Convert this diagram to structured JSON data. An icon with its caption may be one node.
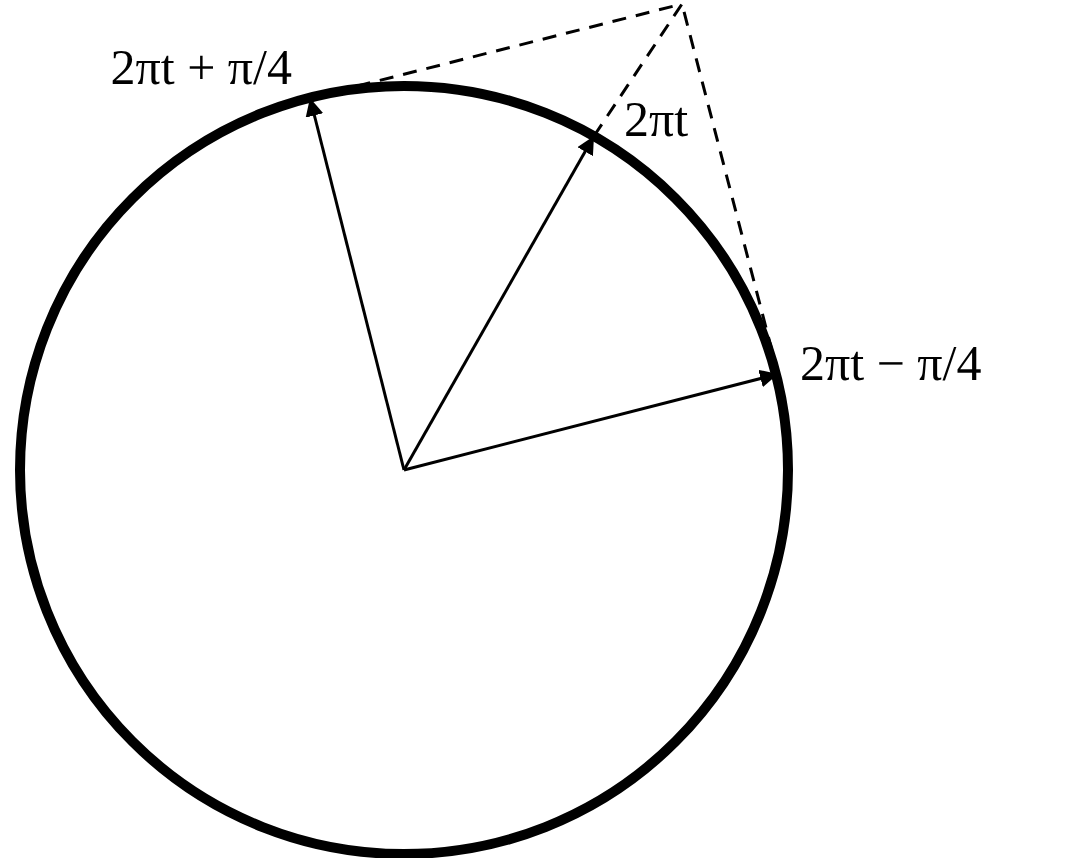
{
  "diagram": {
    "nodes": [
      {
        "text": [
          "2πt + π/4"
        ]
      },
      {
        "text": [
          "2πt"
        ]
      },
      {
        "text": [
          "2πt − π/4"
        ]
      }
    ],
    "edges": [
      {
        "from": null,
        "to": 0,
        "arrow": "to"
      },
      {
        "from": null,
        "to": 1,
        "arrow": "to"
      },
      {
        "from": null,
        "to": 2,
        "arrow": "to"
      },
      {
        "from": 0,
        "to": null,
        "arrow": "none",
        "style": "dashed"
      },
      {
        "from": 1,
        "to": null,
        "arrow": "none",
        "style": "dashed"
      },
      {
        "from": 2,
        "to": null,
        "arrow": "none",
        "style": "dashed"
      }
    ]
  }
}
